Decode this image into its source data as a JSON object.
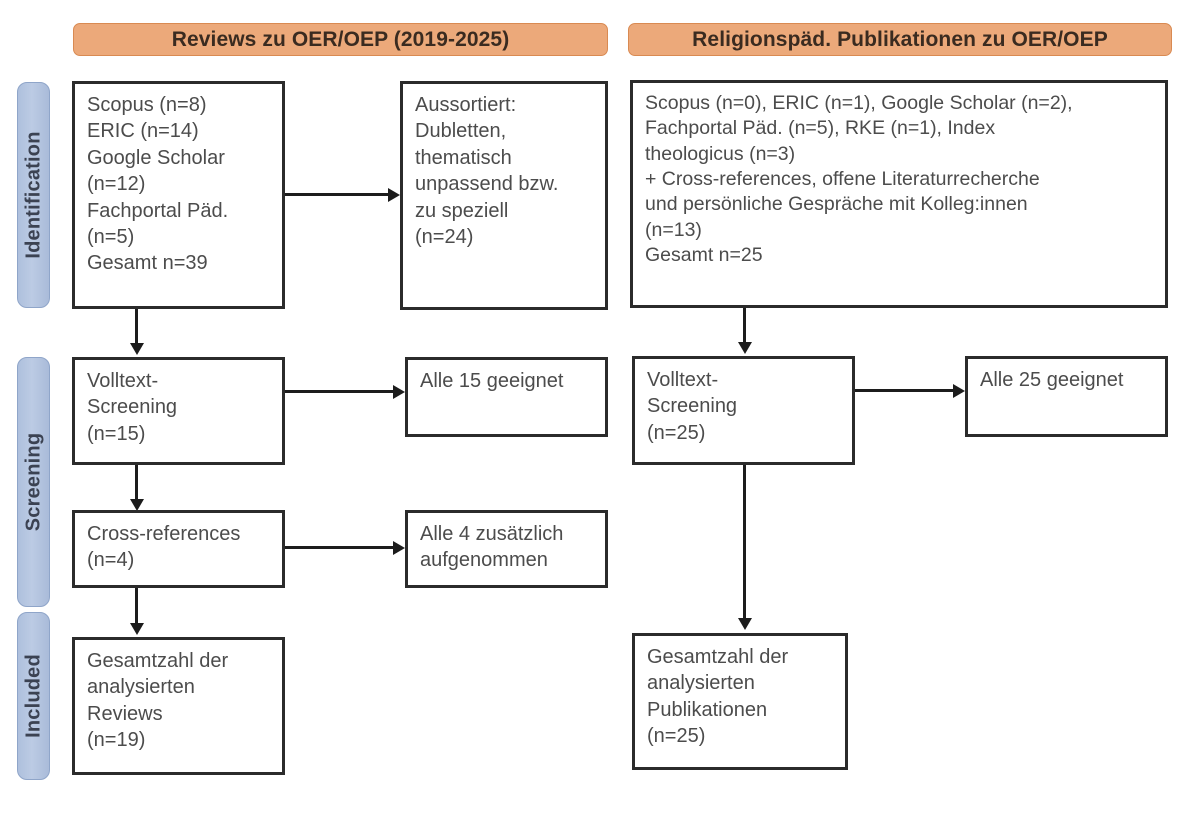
{
  "figure": {
    "type": "prisma-flow-diagram",
    "title_left": "Reviews zu OER/OEP (2019-2025)",
    "title_right": "Religionspäd. Publikationen zu OER/OEP",
    "colors": {
      "header_fill": "#ECA97A",
      "header_border": "#D98A52",
      "stage_fill": "#B3C3DF",
      "stage_border": "#8FA5C9",
      "box_border": "#2B2B2B",
      "text": "#4C4C4C",
      "connector": "#1C1C1C"
    }
  },
  "stages": [
    {
      "label": "Identification"
    },
    {
      "label": "Screening"
    },
    {
      "label": "Included"
    }
  ],
  "left_column": {
    "header": "Reviews zu OER/OEP (2019-2025)",
    "identification_sources": "Scopus (n=8)\nERIC (n=14)\nGoogle Scholar\n(n=12)\nFachportal Päd.\n(n=5)\nGesamt n=39",
    "excluded": "Aussortiert:\nDubletten,\nthematisch\nunpassend bzw.\nzu speziell\n(n=24)",
    "fulltext_screening": "Volltext-\nScreening\n(n=15)",
    "fulltext_result": "Alle 15 geeignet",
    "cross_references": "Cross-references\n(n=4)",
    "cross_references_result": "Alle 4 zusätzlich\naufgenommen",
    "included": "Gesamtzahl der\nanalysierten\nReviews\n(n=19)"
  },
  "right_column": {
    "header": "Religionspäd. Publikationen zu OER/OEP",
    "identification_sources": "Scopus (n=0), ERIC (n=1), Google Scholar (n=2),\nFachportal Päd. (n=5), RKE (n=1), Index\ntheologicus (n=3)\n+ Cross-references, offene Literaturrecherche\nund persönliche Gespräche mit Kolleg:innen\n(n=13)\nGesamt n=25",
    "fulltext_screening": "Volltext-\nScreening\n(n=25)",
    "fulltext_result": "Alle 25 geeignet",
    "included": "Gesamtzahl der\nanalysierten\nPublikationen\n(n=25)"
  },
  "counts": {
    "left_scopus": 8,
    "left_eric": 14,
    "left_google_scholar": 12,
    "left_fachportal": 5,
    "left_total": 39,
    "left_excluded": 24,
    "left_fulltext": 15,
    "left_cross_references": 4,
    "left_included": 19,
    "right_scopus": 0,
    "right_eric": 1,
    "right_google_scholar": 2,
    "right_fachportal": 5,
    "right_rke": 1,
    "right_index_theologicus": 3,
    "right_other_sources": 13,
    "right_total": 25,
    "right_fulltext": 25,
    "right_included": 25
  }
}
